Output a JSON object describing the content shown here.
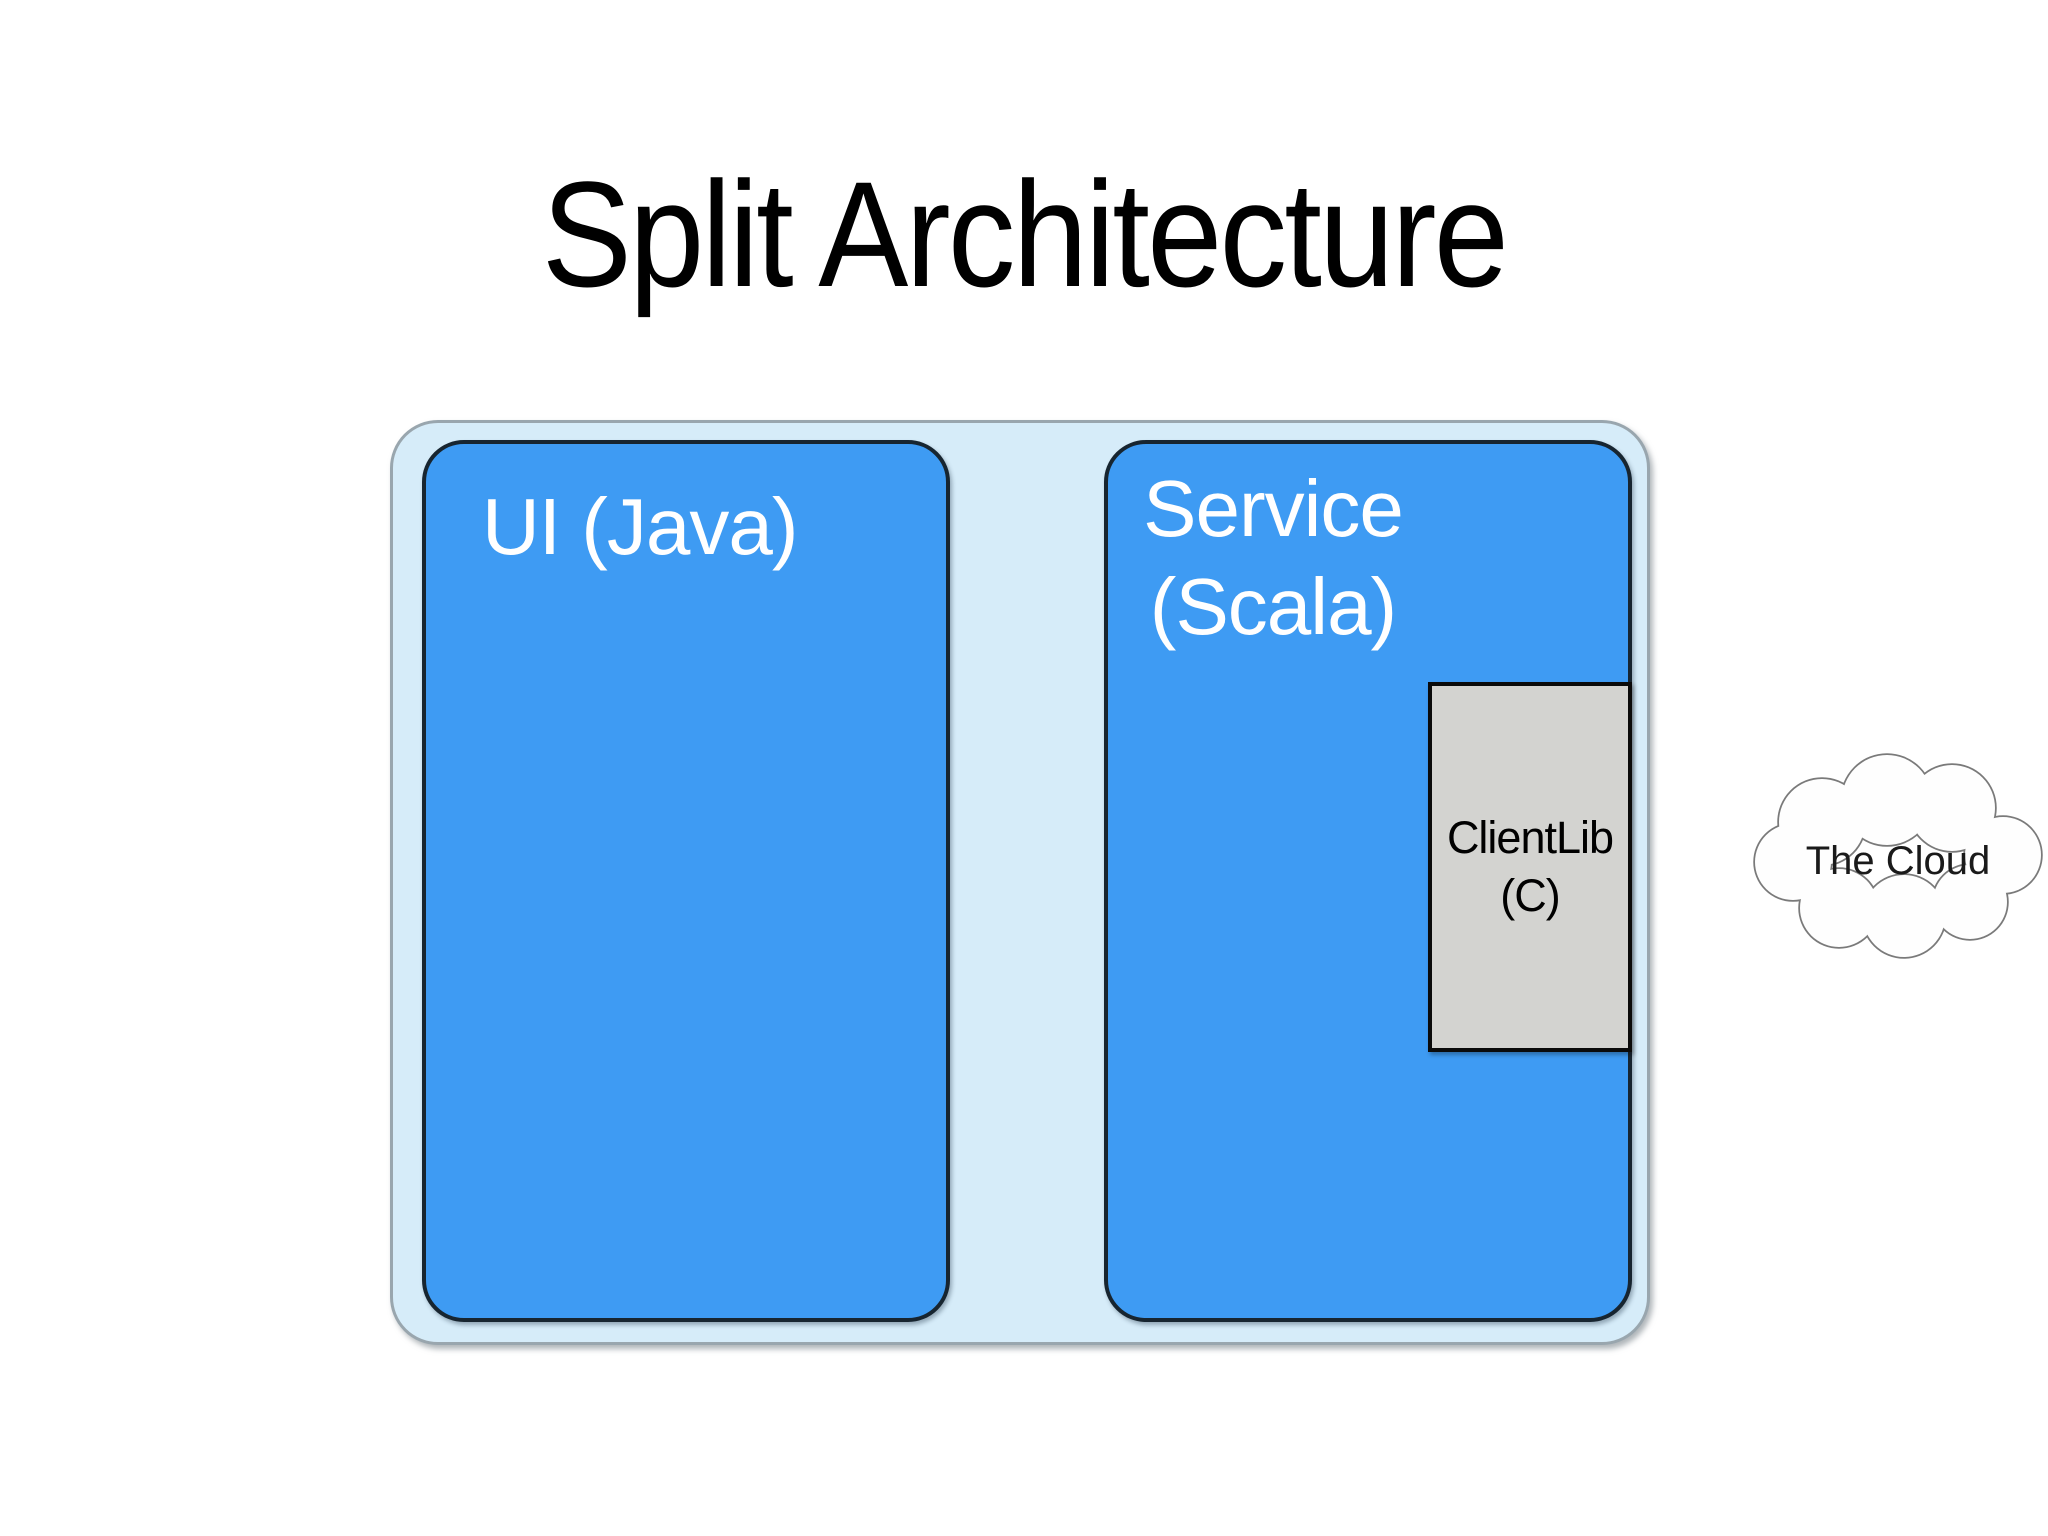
{
  "slide": {
    "title": "Split Architecture"
  },
  "diagram": {
    "ui_box": {
      "label": "UI (Java)"
    },
    "service_box": {
      "label_line1": "Service",
      "label_line2": "(Scala)"
    },
    "clientlib_box": {
      "label_line1": "ClientLib",
      "label_line2": "(C)"
    },
    "cloud": {
      "label": "The Cloud"
    }
  },
  "colors": {
    "title_color": "#000000",
    "label_color": "#FFFFFF",
    "box_blue": "#3E9BF3",
    "box_border": "#172530",
    "container_fill": "#D6ECF9",
    "container_border": "#99A6AE",
    "clientlib_fill": "#D3D3D0",
    "clientlib_border": "#0A0A0A",
    "cloud_fill": "#FEFEFE",
    "cloud_border": "#7A7A7A"
  }
}
